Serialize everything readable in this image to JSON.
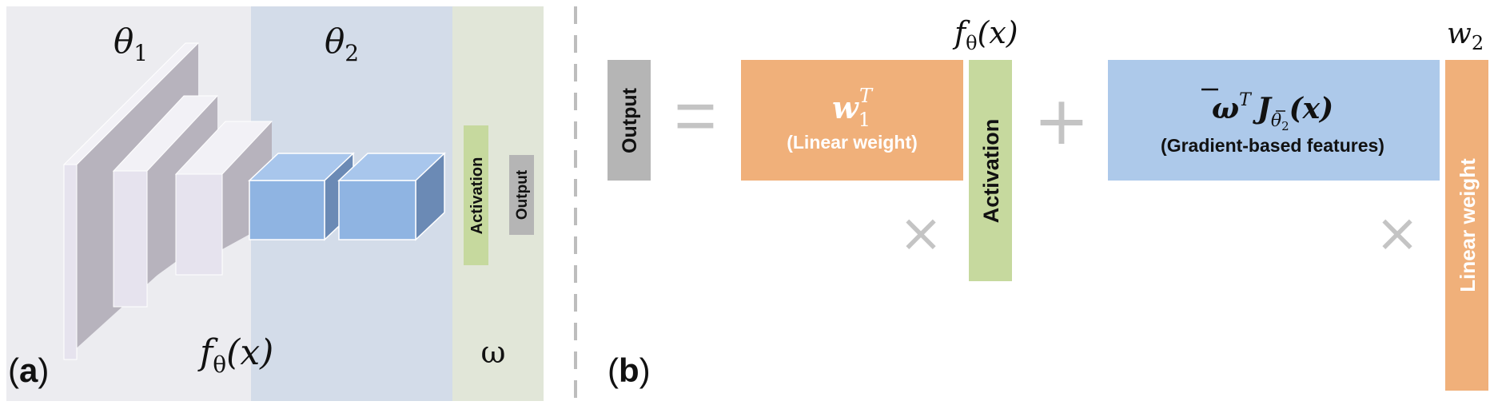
{
  "panel_a": {
    "label_open": "(",
    "label_letter": "a",
    "label_close": ")",
    "theta1_base": "θ",
    "theta1_sub": "1",
    "theta2_base": "θ",
    "theta2_sub": "2",
    "f_theta_base": "f",
    "f_theta_sub": "θ",
    "f_theta_arg": "(x)",
    "omega": "ω",
    "activation": "Activation",
    "output": "Output"
  },
  "panel_b": {
    "label_open": "(",
    "label_letter": "b",
    "label_close": ")",
    "output": "Output",
    "equals": "=",
    "w1_base": "w",
    "w1_sub": "1",
    "w1_sup": "T",
    "w1_caption": "(Linear weight)",
    "f_theta_base": "f",
    "f_theta_sub": "θ",
    "f_theta_arg": "(x)",
    "activation": "Activation",
    "times": "×",
    "plus": "+",
    "grad_omega": "ω",
    "grad_sup": "T",
    "grad_J": "J",
    "grad_sub_theta": "θ",
    "grad_sub_2": "2",
    "grad_arg": "(x)",
    "grad_caption": "(Gradient-based features)",
    "w2_base": "w",
    "w2_sub": "2",
    "linear_weight": "Linear weight"
  },
  "colors": {
    "region_theta1": "#ececf0",
    "region_theta2": "#d3dce9",
    "region_omega": "#e1e6d8",
    "layer_front": "#e6e3ee",
    "layer_side": "#b7b3bd",
    "cube_front": "#8fb4e2",
    "cube_top": "#a8c6ec",
    "cube_side": "#6b8ab5",
    "activation_green": "#c6d99e",
    "output_gray": "#b5b5b5",
    "linear_orange": "#f0b07a",
    "gradient_blue": "#adc9ea",
    "operator_gray": "#c4c4c4",
    "divider_gray": "#bdbdbd"
  }
}
